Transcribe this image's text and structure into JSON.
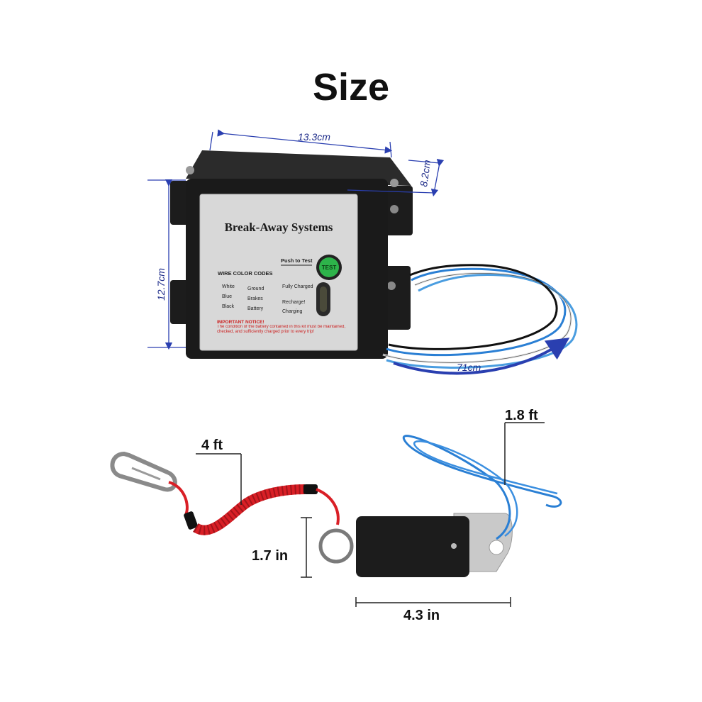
{
  "title": "Size",
  "box": {
    "brand_label": "Break-Away Systems",
    "test_button": "TEST",
    "push_to_test": "Push to Test",
    "wire_codes_title": "WIRE COLOR CODES",
    "wire_codes": [
      {
        "color": "White",
        "function": "Ground"
      },
      {
        "color": "Blue",
        "function": "Brakes"
      },
      {
        "color": "Black",
        "function": "Battery"
      }
    ],
    "status": [
      "Fully Charged",
      "Recharge!",
      "Charging"
    ],
    "notice_title": "IMPORTANT NOTICE!",
    "notice_text": "The condition of the battery contained in this kit must be maintained, checked, and sufficiently charged prior to every trip!"
  },
  "dimensions": {
    "width": "13.3cm",
    "depth": "8.2cm",
    "height": "12.7cm",
    "wire_length": "71cm",
    "cable_length": "4 ft",
    "lead_length": "1.8 ft",
    "switch_height": "1.7 in",
    "switch_width": "4.3 in"
  },
  "colors": {
    "dimension_blue": "#2a3fb0",
    "cable_red": "#d91f26",
    "wire_blue": "#2a7fd4",
    "button_green": "#2db34a"
  }
}
